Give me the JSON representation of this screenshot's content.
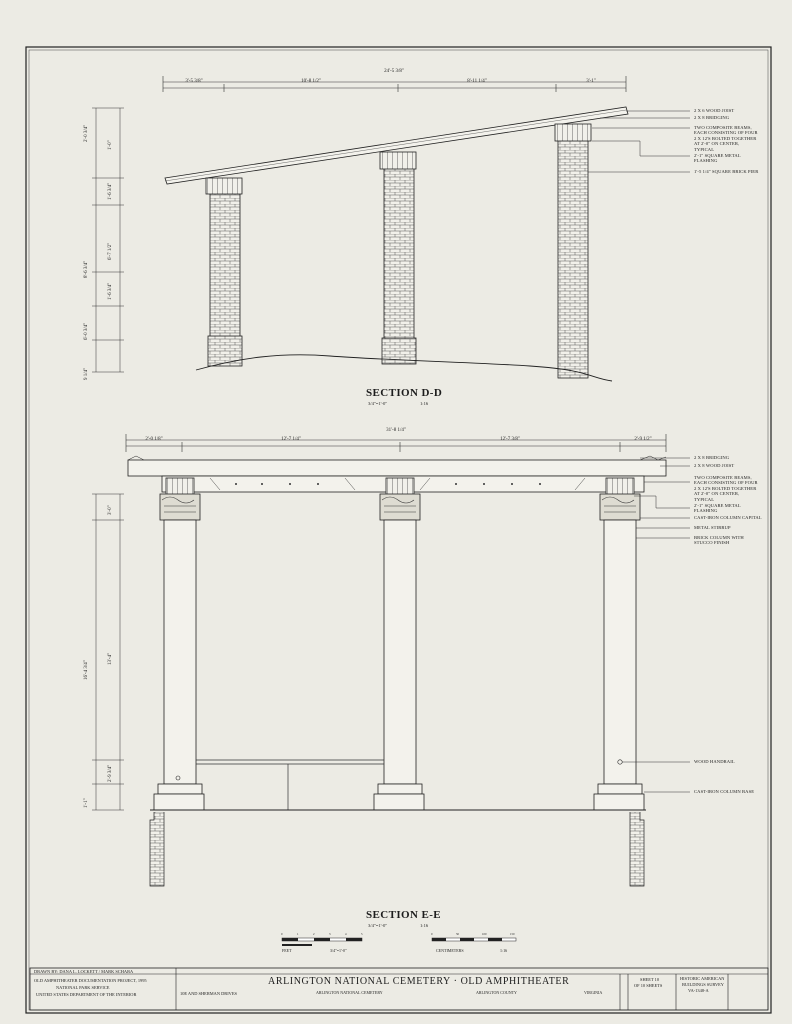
{
  "section_dd": {
    "title": "SECTION D-D",
    "scale": "3/4\"=1'-0\"",
    "ratio": "1:16",
    "overall_dim": "24'-5 3/8\"",
    "segment_dims": [
      "3'-5 3/8\"",
      "10'-8 1/2\"",
      "8'-11 1/4\"",
      "3'-1\""
    ],
    "left_dims": [
      "2'-0 3/4\"",
      "1'-0\"",
      "1'-6 3/4\"",
      "8'-6 3/4\"",
      "6'-7 1/2\"",
      "1'-6 3/4\"",
      "6'-0 3/4\"",
      "9 1/4\""
    ],
    "callouts": [
      "2 x 6 WOOD JOIST",
      "2 x 8 BRIDGING",
      "TWO COMPOSITE BEAMS, EACH CONSISTING OF FOUR 2 x 12's BOLTED TOGETHER AT 2'-0\" ON CENTER, TYPICAL",
      "2'-1\" SQUARE METAL FLASHING",
      "1'-5 1/4\" SQUARE BRICK PIER"
    ]
  },
  "section_ee": {
    "title": "SECTION E-E",
    "scale": "3/4\"=1'-0\"",
    "ratio": "1:16",
    "overall_dim": "31'-8 1/4\"",
    "segment_dims": [
      "2'-0 1/8\"",
      "12'-7 1/4\"",
      "12'-7 3/8\"",
      "2'-9 1/2\""
    ],
    "left_dims": [
      "3'-0\"",
      "16'-4 3/4\"",
      "13'-4\"",
      "2'-9 3/4\"",
      "1'-1\""
    ],
    "callouts": [
      "2 x 8 BRIDGING",
      "2 x 8 WOOD JOIST",
      "TWO COMPOSITE BEAMS, EACH CONSISTING OF FOUR 2 x 12's BOLTED TOGETHER AT 2'-0\" ON CENTER, TYPICAL",
      "2'-1\" SQUARE METAL FLASHING",
      "CAST-IRON COLUMN CAPITAL",
      "METAL STIRRUP",
      "BRICK COLUMN WITH STUCCO FINISH",
      "WOOD HANDRAIL",
      "CAST-IRON COLUMN BASE"
    ]
  },
  "scale_bars": {
    "feet_label": "FEET",
    "feet_scale": "3/4\"=1'-0\"",
    "feet_ticks": [
      "0",
      "1",
      "2",
      "3",
      "4",
      "5"
    ],
    "cm_label": "CENTIMETERS",
    "cm_ratio": "1:16",
    "cm_ticks": [
      "0",
      "50",
      "100",
      "150"
    ]
  },
  "title_block": {
    "drawn_by": "DRAWN BY:  DANA L. LOCKETT / MARK SCHARA",
    "project": "OLD AMPHITHEATER DOCUMENTATION PROJECT, 1995",
    "agency1": "NATIONAL PARK SERVICE",
    "agency2": "UNITED STATES DEPARTMENT OF THE INTERIOR",
    "location_line": "10E AND SHERMAN DRIVES",
    "main_title": "ARLINGTON NATIONAL CEMETERY · OLD AMPHITHEATER",
    "sub_left": "ARLINGTON NATIONAL CEMETERY",
    "sub_mid": "ARLINGTON COUNTY",
    "sub_right": "VIRGINIA",
    "sheet_line1": "SHEET 10",
    "sheet_line2": "OF 10 SHEETS",
    "survey1": "HISTORIC AMERICAN",
    "survey2": "BUILDINGS SURVEY",
    "survey3": "VA-1348-A"
  }
}
